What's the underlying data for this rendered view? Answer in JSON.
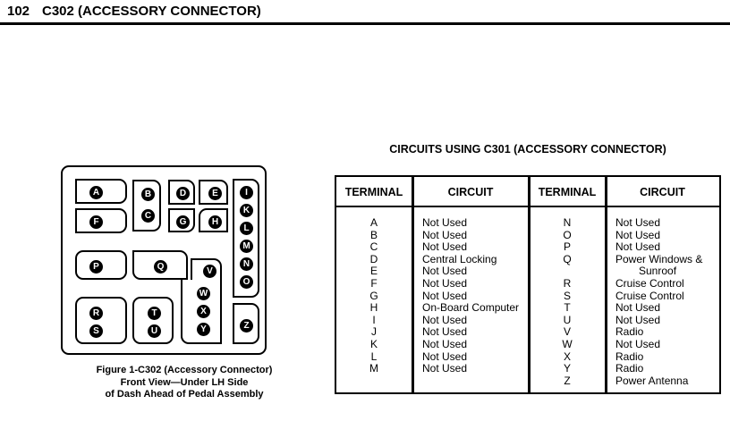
{
  "header": {
    "page_number": "102",
    "title": "C302 (ACCESSORY CONNECTOR)"
  },
  "figure": {
    "caption_line1": "Figure 1-C302 (Accessory Connector)",
    "caption_line2": "Front View—Under LH Side",
    "caption_line3": "of Dash Ahead of Pedal Assembly",
    "terminals": {
      "A": "A",
      "B": "B",
      "C": "C",
      "D": "D",
      "E": "E",
      "F": "F",
      "G": "G",
      "H": "H",
      "I": "I",
      "K": "K",
      "L": "L",
      "M": "M",
      "N": "N",
      "O": "O",
      "P": "P",
      "Q": "Q",
      "R": "R",
      "S": "S",
      "T": "T",
      "U": "U",
      "V": "V",
      "W": "W",
      "X": "X",
      "Y": "Y",
      "Z": "Z"
    }
  },
  "table": {
    "title": "CIRCUITS USING C301 (ACCESSORY CONNECTOR)",
    "headers": [
      "TERMINAL",
      "CIRCUIT",
      "TERMINAL",
      "CIRCUIT"
    ],
    "left_rows": [
      {
        "terminal": "A",
        "circuit": "Not Used"
      },
      {
        "terminal": "B",
        "circuit": "Not Used"
      },
      {
        "terminal": "C",
        "circuit": "Not Used"
      },
      {
        "terminal": "D",
        "circuit": "Central Locking"
      },
      {
        "terminal": "E",
        "circuit": "Not Used"
      },
      {
        "terminal": "F",
        "circuit": "Not Used"
      },
      {
        "terminal": "G",
        "circuit": "Not Used"
      },
      {
        "terminal": "H",
        "circuit": "On-Board Computer"
      },
      {
        "terminal": "I",
        "circuit": "Not Used"
      },
      {
        "terminal": "J",
        "circuit": "Not Used"
      },
      {
        "terminal": "K",
        "circuit": "Not Used"
      },
      {
        "terminal": "L",
        "circuit": "Not Used"
      },
      {
        "terminal": "M",
        "circuit": "Not Used"
      }
    ],
    "right_rows": [
      {
        "terminal": "N",
        "circuit": "Not Used"
      },
      {
        "terminal": "O",
        "circuit": "Not Used"
      },
      {
        "terminal": "P",
        "circuit": "Not Used"
      },
      {
        "terminal": "Q",
        "circuit": "Power Windows &"
      },
      {
        "terminal": "",
        "circuit": "Sunroof"
      },
      {
        "terminal": "R",
        "circuit": "Cruise Control"
      },
      {
        "terminal": "S",
        "circuit": "Cruise Control"
      },
      {
        "terminal": "T",
        "circuit": "Not Used"
      },
      {
        "terminal": "U",
        "circuit": "Not Used"
      },
      {
        "terminal": "V",
        "circuit": "Radio"
      },
      {
        "terminal": "W",
        "circuit": "Not Used"
      },
      {
        "terminal": "X",
        "circuit": "Radio"
      },
      {
        "terminal": "Y",
        "circuit": "Radio"
      },
      {
        "terminal": "Z",
        "circuit": "Power Antenna"
      }
    ]
  }
}
